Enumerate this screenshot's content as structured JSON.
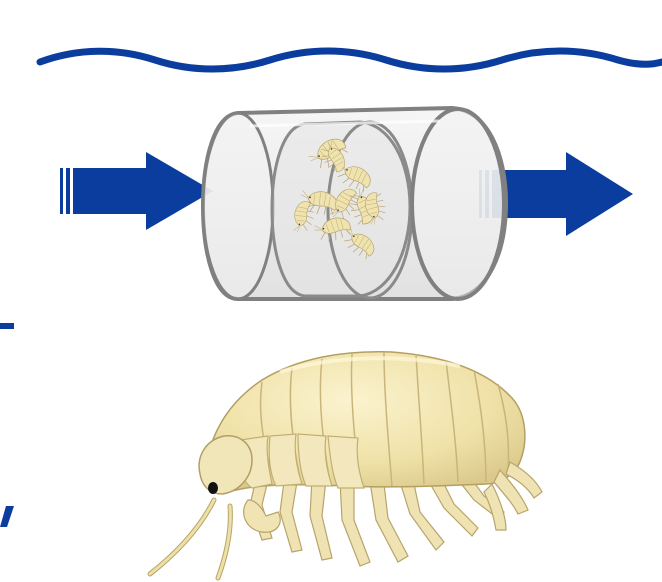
{
  "colors": {
    "background": "#ffffff",
    "water_line": "#0a3d9e",
    "flow_arrow": "#0a3d9e",
    "edge_marks": "#0a3d9e",
    "chamber_outline": "#808080",
    "chamber_fill": "#ececec",
    "amphipod_body": "#ede0a6",
    "amphipod_shade": "#c9b57a",
    "amphipod_outline": "#b49f62"
  },
  "icons": {
    "water_surface": "wavy-line",
    "inflow": "right-arrow",
    "outflow": "right-arrow",
    "chamber": "transparent-cylinder",
    "organisms": "amphipod-cluster",
    "specimen": "amphipod-illustration"
  }
}
